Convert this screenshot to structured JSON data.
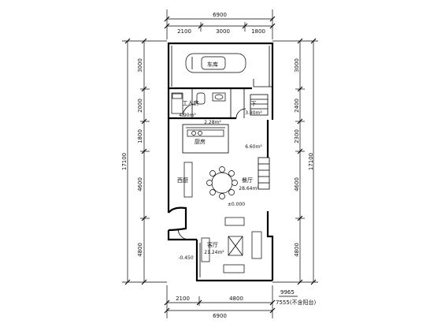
{
  "dimensions": {
    "top": {
      "overall": "6900",
      "segments": [
        "2100",
        "3000",
        "1800"
      ]
    },
    "bottom": {
      "overall": "6900",
      "segments": [
        "2100",
        "4800"
      ]
    },
    "left": {
      "overall": "17100",
      "segments": [
        "3000",
        "2000",
        "1800",
        "4600",
        "4800"
      ]
    },
    "right": {
      "overall": "17100",
      "segments": [
        "3000",
        "2400",
        "2300",
        "4600",
        "4800"
      ]
    }
  },
  "rooms": {
    "garage": {
      "label": "车库"
    },
    "maid_room": {
      "label": "工人房",
      "area": "4.90m²"
    },
    "toilet": {
      "area": "2.28m²"
    },
    "stair": {
      "label": "下",
      "area": "3.80m²"
    },
    "kitchen": {
      "label": "厨房",
      "area": "6.60m²"
    },
    "western_kitchen": {
      "label": "西厨"
    },
    "dining": {
      "label": "餐厅",
      "area": "28.64m²"
    },
    "living": {
      "label": "客厅",
      "area": "21.24m²"
    }
  },
  "levels": {
    "main": "±0.000",
    "entry": "-0.450"
  },
  "notes": {
    "area_total": "9965",
    "area_excl": "7555(不含阳台)"
  }
}
